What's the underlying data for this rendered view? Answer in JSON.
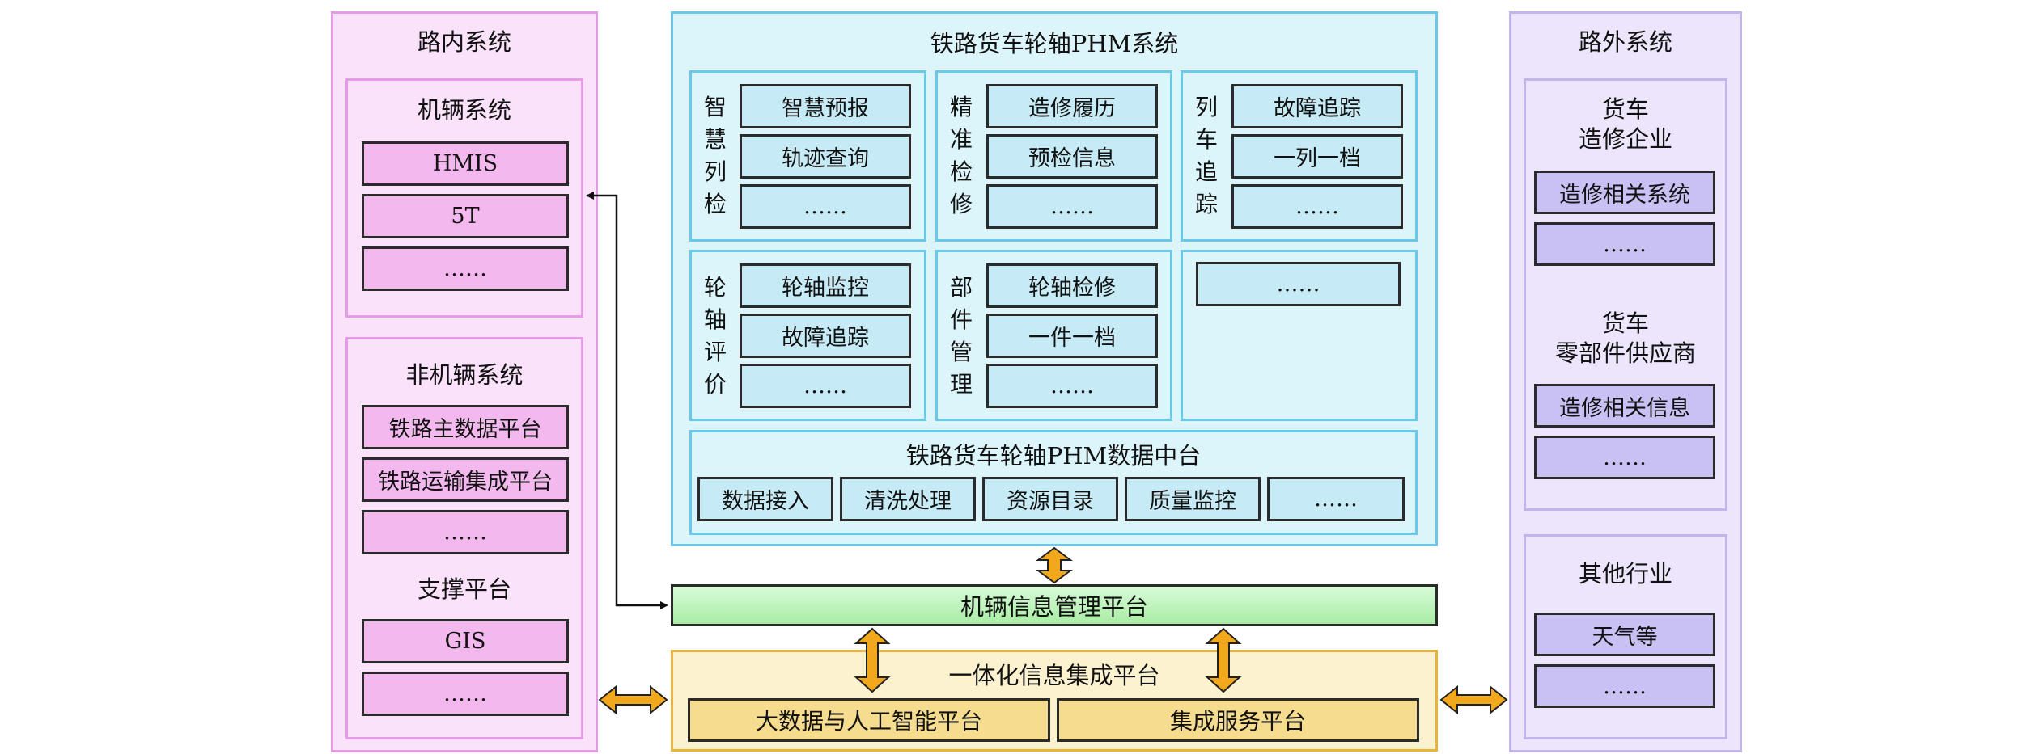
{
  "left": {
    "title": "路内系统",
    "loco": {
      "title": "机辆系统",
      "items": [
        "HMIS",
        "5T",
        "……"
      ]
    },
    "nonloco": {
      "title": "非机辆系统",
      "items": [
        "铁路主数据平台",
        "铁路运输集成平台",
        "……"
      ]
    },
    "support": {
      "title": "支撑平台",
      "items": [
        "GIS",
        "……"
      ]
    }
  },
  "center": {
    "title": "铁路货车轮轴PHM系统",
    "modules": [
      {
        "label": [
          "智",
          "慧",
          "列",
          "检"
        ],
        "items": [
          "智慧预报",
          "轨迹查询",
          "……"
        ]
      },
      {
        "label": [
          "精",
          "准",
          "检",
          "修"
        ],
        "items": [
          "造修履历",
          "预检信息",
          "……"
        ]
      },
      {
        "label": [
          "列",
          "车",
          "追",
          "踪"
        ],
        "items": [
          "故障追踪",
          "一列一档",
          "……"
        ]
      },
      {
        "label": [
          "轮",
          "轴",
          "评",
          "价"
        ],
        "items": [
          "轮轴监控",
          "故障追踪",
          "……"
        ]
      },
      {
        "label": [
          "部",
          "件",
          "管",
          "理"
        ],
        "items": [
          "轮轴检修",
          "一件一档",
          "……"
        ]
      },
      {
        "label": [],
        "items": [
          "……"
        ]
      }
    ],
    "datahub": {
      "title": "铁路货车轮轴PHM数据中台",
      "items": [
        "数据接入",
        "清洗处理",
        "资源目录",
        "质量监控",
        "……"
      ]
    }
  },
  "platform": {
    "title": "机辆信息管理平台"
  },
  "integration": {
    "title": "一体化信息集成平台",
    "items": [
      "大数据与人工智能平台",
      "集成服务平台"
    ]
  },
  "right": {
    "title": "路外系统",
    "repair": {
      "title_line1": "货车",
      "title_line2": "造修企业",
      "items": [
        "造修相关系统",
        "……"
      ]
    },
    "supplier": {
      "title_line1": "货车",
      "title_line2": "零部件供应商",
      "items": [
        "造修相关信息",
        "……"
      ]
    },
    "other": {
      "title": "其他行业",
      "items": [
        "天气等",
        "……"
      ]
    }
  },
  "colors": {
    "left_fill": "#fbe2fb",
    "left_border": "#e59be5",
    "pink_box": "#f3b8ee",
    "center_fill": "#dcf5fb",
    "center_border": "#6cc8ea",
    "cyan_box": "#c7ebf6",
    "right_fill": "#ece5fb",
    "right_border": "#c3b4ec",
    "purple_box": "#c9c1f4",
    "green_bar": "#b8f0b4",
    "yellow_fill": "#fcf2cf",
    "yellow_border": "#e7b53a",
    "yellow_box": "#f6dc8e",
    "arrow_fill": "#f2a81d"
  }
}
